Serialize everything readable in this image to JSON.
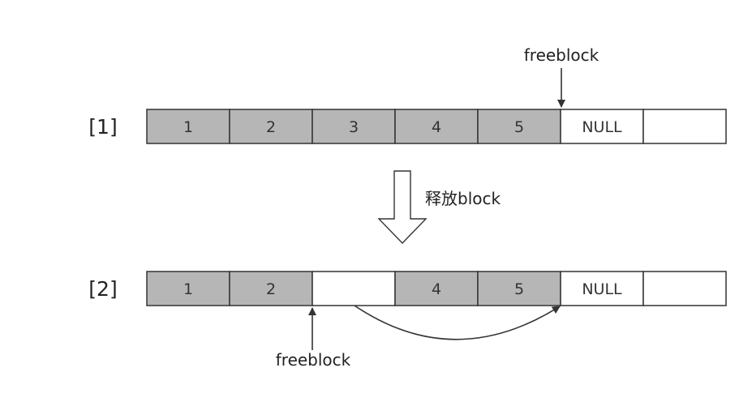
{
  "colors": {
    "used": "#b6b6b6",
    "free": "#ffffff",
    "stroke": "#333333"
  },
  "row1": {
    "label": "[1]",
    "cells": [
      {
        "text": "1",
        "state": "used"
      },
      {
        "text": "2",
        "state": "used"
      },
      {
        "text": "3",
        "state": "used"
      },
      {
        "text": "4",
        "state": "used"
      },
      {
        "text": "5",
        "state": "used"
      },
      {
        "text": "NULL",
        "state": "free"
      },
      {
        "text": "",
        "state": "free"
      }
    ],
    "pointer_label": "freeblock"
  },
  "transition": {
    "label": "释放block"
  },
  "row2": {
    "label": "[2]",
    "cells": [
      {
        "text": "1",
        "state": "used"
      },
      {
        "text": "2",
        "state": "used"
      },
      {
        "text": "",
        "state": "free"
      },
      {
        "text": "4",
        "state": "used"
      },
      {
        "text": "5",
        "state": "used"
      },
      {
        "text": "NULL",
        "state": "free"
      },
      {
        "text": "",
        "state": "free"
      }
    ],
    "pointer_label": "freeblock"
  }
}
